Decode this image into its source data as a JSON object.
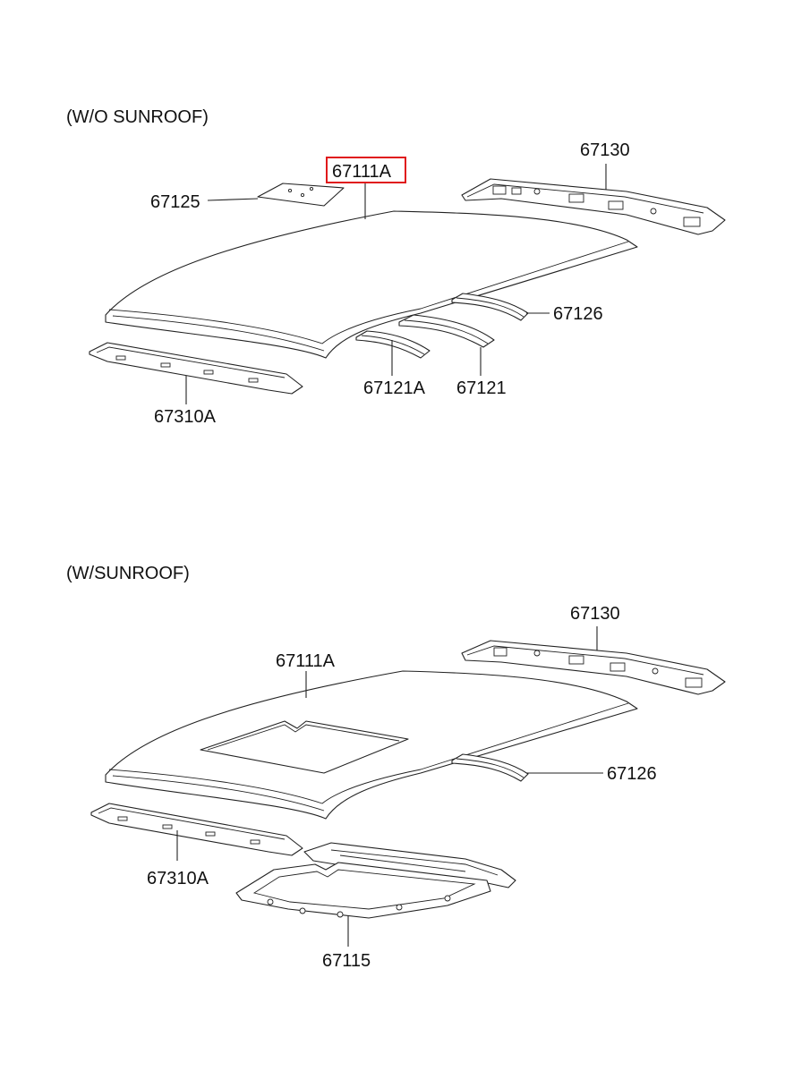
{
  "sections": {
    "without_sunroof": {
      "heading": "(W/O SUNROOF)",
      "labels": {
        "p67130": "67130",
        "p67111A": "67111A",
        "p67125": "67125",
        "p67126": "67126",
        "p67121A": "67121A",
        "p67121": "67121",
        "p67310A": "67310A"
      }
    },
    "with_sunroof": {
      "heading": "(W/SUNROOF)",
      "labels": {
        "p67130": "67130",
        "p67111A": "67111A",
        "p67126": "67126",
        "p67310A": "67310A",
        "p67115": "67115"
      }
    }
  },
  "highlight_color": "#e0191b"
}
